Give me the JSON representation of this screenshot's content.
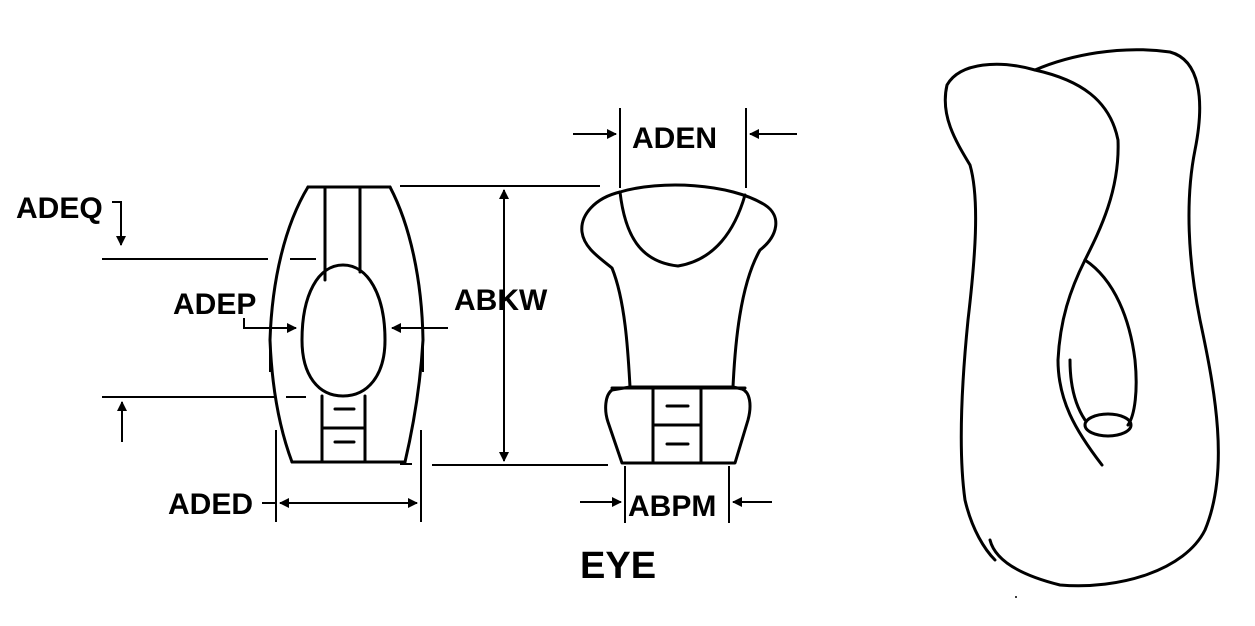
{
  "diagram": {
    "title": "EYE",
    "dimensions": {
      "adeq": "ADEQ",
      "adep": "ADEP",
      "ded": "ADED",
      "abkw": "ABKW",
      "aden": "ADEN",
      "abpm": "ABPM"
    }
  }
}
